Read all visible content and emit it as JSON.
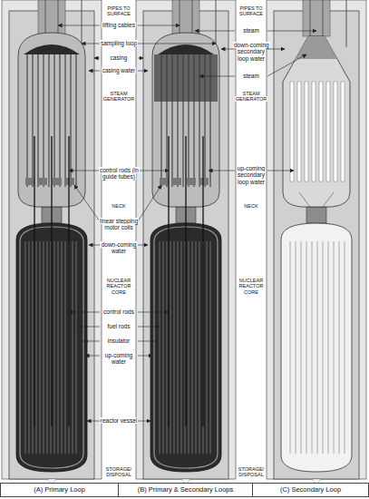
{
  "diagram": {
    "labels": [
      "PIPES TO SURFACE",
      "lifting cables",
      "sampling loop",
      "casing",
      "casing water",
      "STEAM GENERATOR",
      "control rods (in guide tubes)",
      "NECK",
      "linear stepping motor coils",
      "down-coming water",
      "NUCLEAR REACTOR CORE",
      "control rods",
      "fuel rods",
      "insulator",
      "up-coming water",
      "reactor vessel",
      "PIPES TO SURFACE",
      "steam",
      "down-coming secondary loop water",
      "steam",
      "STEAM GENERATOR",
      "up-coming secondary loop water",
      "NECK",
      "NUCLEAR REACTOR CORE",
      "STORAGE/ DISPOSAL",
      "STORAGE/ DISPOSAL",
      "(A) Primary Loop",
      "(B) Primary & Secondary Loops",
      "(C) Secondary Loop"
    ]
  }
}
